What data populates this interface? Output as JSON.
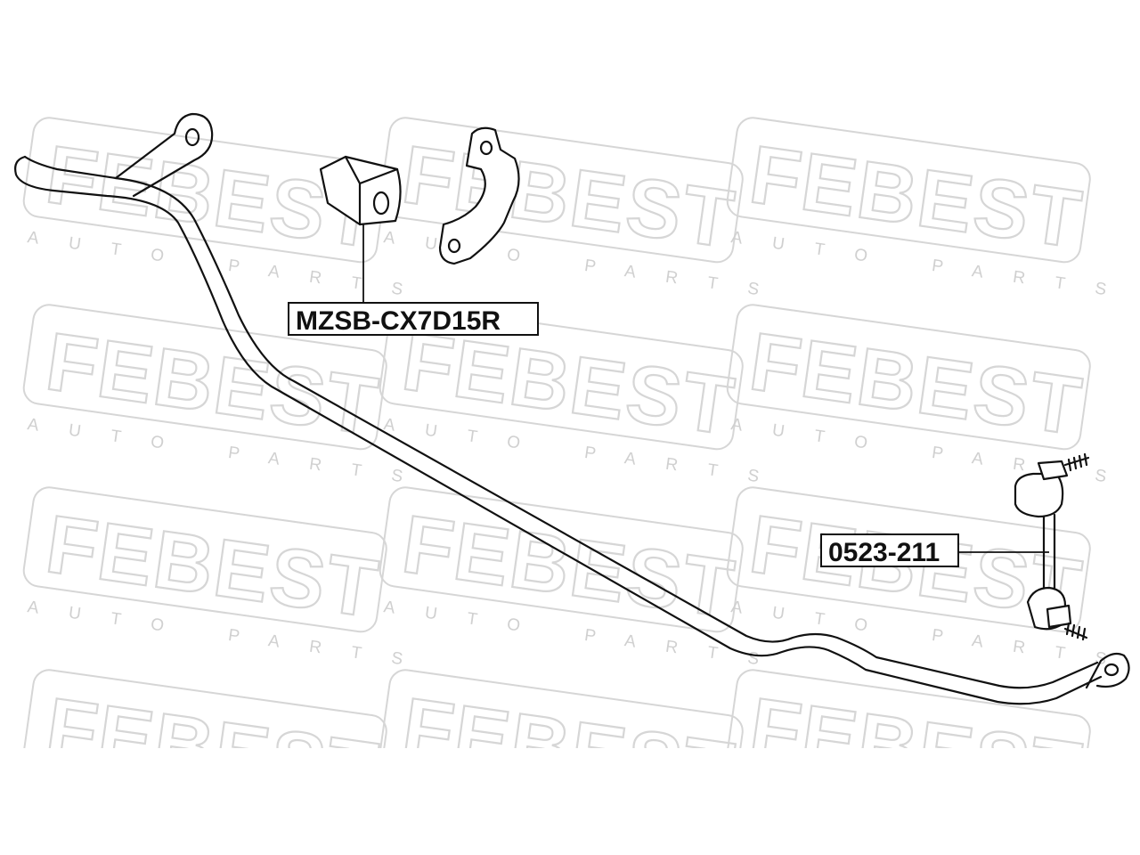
{
  "watermark": {
    "brand": "FEBEST",
    "tagline": "AUTO PARTS"
  },
  "callouts": {
    "bushing_part_number": "MZSB-CX7D15R",
    "link_part_number": "0523-211"
  }
}
